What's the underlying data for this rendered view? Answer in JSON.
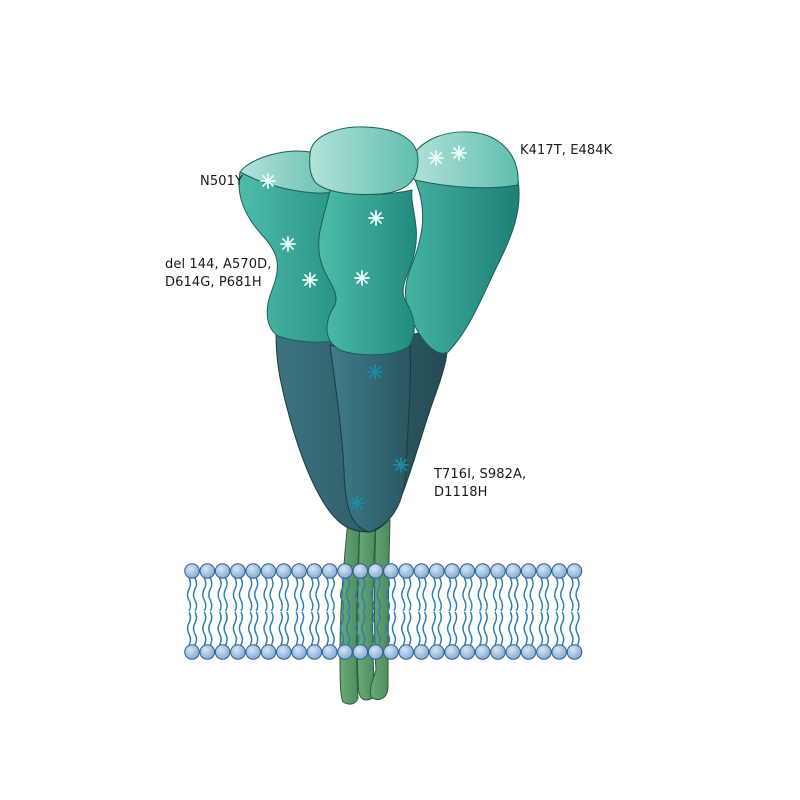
{
  "title": "Spike protein trimer embedded in lipid bilayer with mutation sites",
  "labels": {
    "n501y": "N501Y",
    "k417t_e484k": "K417T, E484K",
    "del144_group": "del 144, A570D,\nD614G, P681H",
    "t716i_group": "T716I, S982A,\nD1118H"
  },
  "colors": {
    "head_light": "#a8dcd2",
    "head_mid": "#4fb5a6",
    "body_teal": "#2e9d8f",
    "body_teal_dark": "#1f7f74",
    "stalk_dark": "#2d5a66",
    "stalk_mid": "#376c78",
    "anchor_green": "#5a9a6a",
    "lipid_head": "#a9c6e4",
    "lipid_tail": "#2e7fb0",
    "mutation_light": "#e6fbf6",
    "mutation_dark": "#1d8aa0"
  },
  "membrane": {
    "lipid_count": 26
  }
}
